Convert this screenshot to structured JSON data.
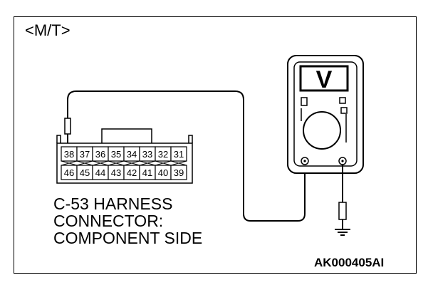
{
  "mode_label": "<M/T>",
  "connector": {
    "pins_top": [
      "38",
      "37",
      "36",
      "35",
      "34",
      "33",
      "32",
      "31"
    ],
    "pins_bottom": [
      "46",
      "45",
      "44",
      "43",
      "42",
      "41",
      "40",
      "39"
    ]
  },
  "caption": {
    "line1": "C-53 HARNESS",
    "line2": "CONNECTOR:",
    "line3": "COMPONENT SIDE"
  },
  "meter": {
    "display_symbol": "V"
  },
  "figure_id": "AK000405AI"
}
